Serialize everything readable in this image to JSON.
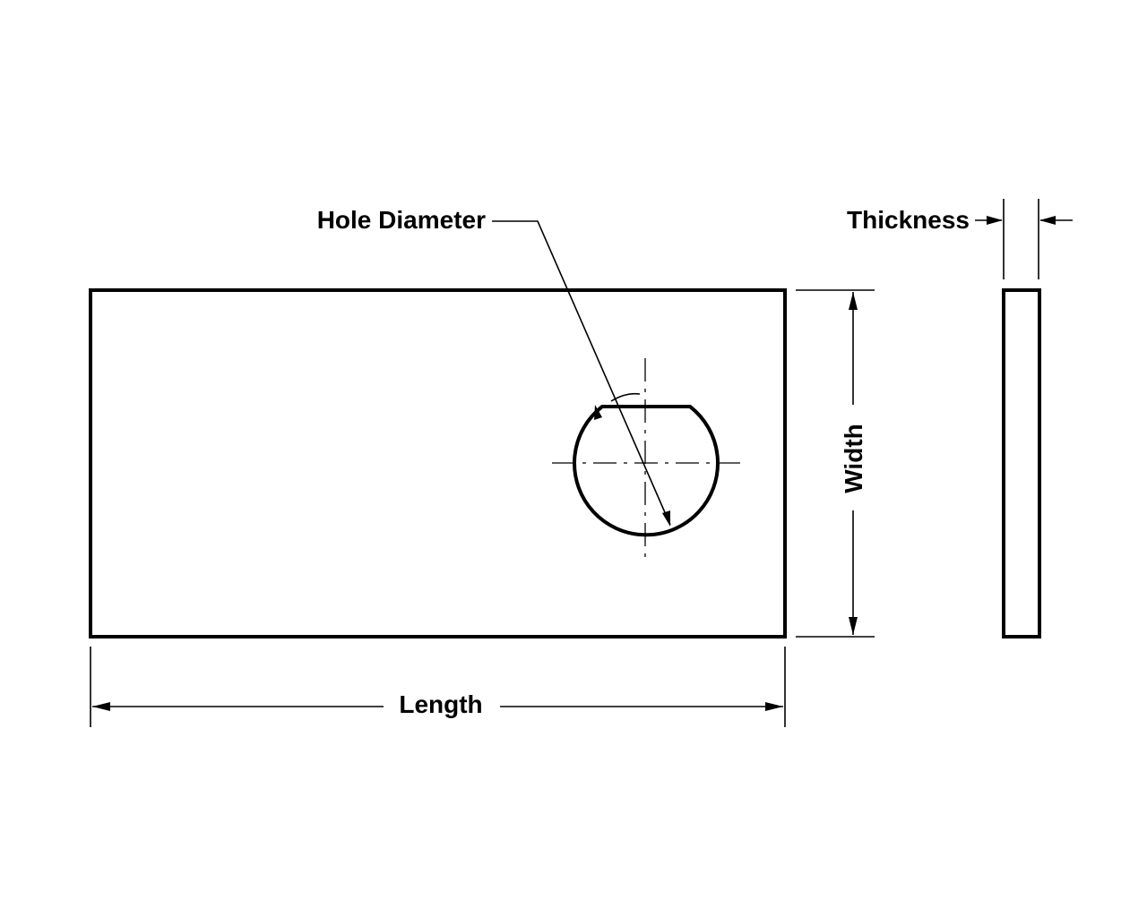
{
  "diagram": {
    "labels": {
      "hole_diameter": "Hole Diameter",
      "thickness": "Thickness",
      "width": "Width",
      "length": "Length"
    },
    "colors": {
      "line": "#000000",
      "background": "#ffffff"
    }
  }
}
